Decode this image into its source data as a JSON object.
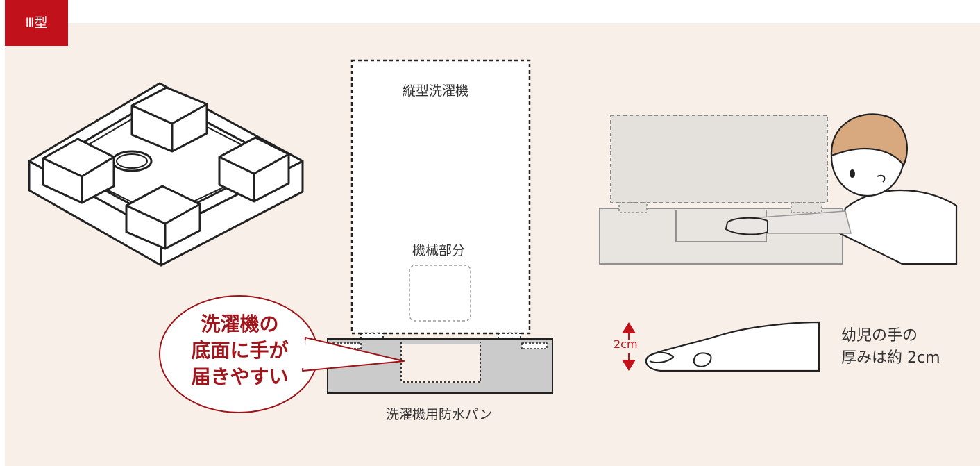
{
  "colors": {
    "accent": "#c1121c",
    "background": "#f9efe9",
    "machine_fill": "#e8e4e0",
    "pan_fill": "#cbcbcb"
  },
  "tag": {
    "label": "Ⅲ型"
  },
  "labels": {
    "machine": "縦型洗濯機",
    "mechanism": "機械部分",
    "pan": "洗濯機用防水パン",
    "height": "2cm"
  },
  "callout": {
    "lines": [
      "洗濯機の",
      "底面に手が",
      "届きやすい"
    ]
  },
  "note": {
    "lines": [
      "幼児の手の",
      "厚みは約 2cm"
    ]
  }
}
